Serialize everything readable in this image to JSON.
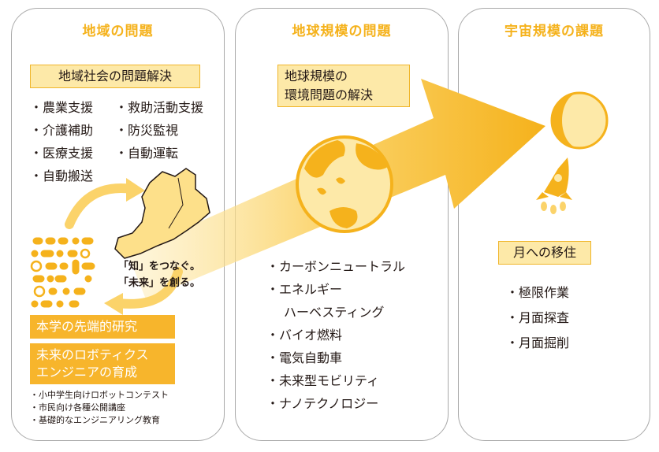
{
  "colors": {
    "accent": "#f5b21c",
    "light": "#fde9a8",
    "border": "#a9a9a9",
    "text": "#231815"
  },
  "panels": {
    "regional": {
      "title": "地域の問題",
      "subtitle": "地域社会の問題解決",
      "items_left": [
        "・農業支援",
        "・介護補助",
        "・医療支援",
        "・自動搬送"
      ],
      "items_right": [
        "・救助活動支援",
        "・防災監視",
        "・自動運転"
      ],
      "tagline1": "「知」をつなぐ。",
      "tagline2": "「未来」を創る。",
      "research": "本学の先端的研究",
      "future1": "未来のロボティクス",
      "future2": "エンジニアの育成",
      "small_items": [
        "・小中学生向けロボットコンテスト",
        "・市民向け各種公開講座",
        "・基礎的なエンジニアリング教育"
      ]
    },
    "global": {
      "title": "地球規模の問題",
      "subtitle1": "地球規模の",
      "subtitle2": "環境問題の解決",
      "items": [
        "・カーボンニュートラル",
        "・エネルギー",
        "ハーベスティング",
        "・バイオ燃料",
        "・電気自動車",
        "・未来型モビリティ",
        "・ナノテクノロジー"
      ]
    },
    "space": {
      "title": "宇宙規模の課題",
      "subtitle": "月への移住",
      "items": [
        "・極限作業",
        "・月面探査",
        "・月面掘削"
      ]
    }
  },
  "icons": [
    "arrow-icon",
    "circuit-icon",
    "map-icon",
    "globe-icon",
    "moon-icon",
    "rocket-icon"
  ]
}
